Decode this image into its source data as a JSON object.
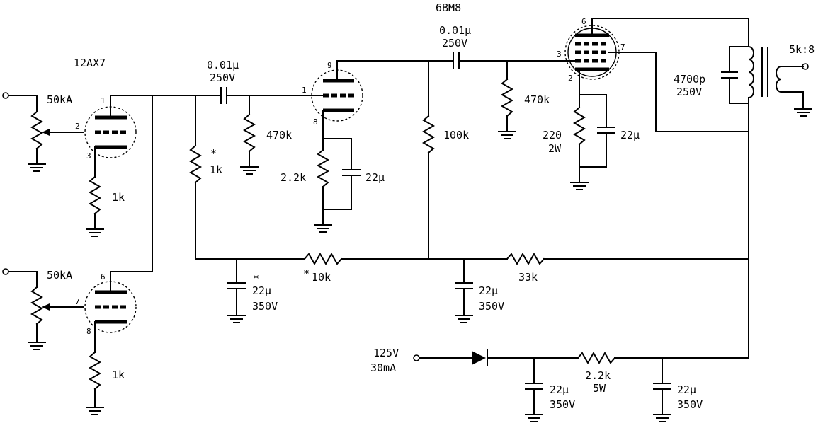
{
  "tubes": {
    "preamp": "12AX7",
    "power": "6BM8"
  },
  "inputs": {
    "pot_top": "50kA",
    "pot_bottom": "50kA"
  },
  "stage1": {
    "cathode_r_top": "1k",
    "cathode_r_bottom": "1k",
    "pin_plate_top": "1",
    "pin_grid_top": "2",
    "pin_cathode_top": "3",
    "pin_plate_bottom": "6",
    "pin_grid_bottom": "7",
    "pin_cathode_bottom": "8",
    "plate_load_star": "*",
    "plate_load": "1k"
  },
  "coupling1": {
    "cap_value": "0.01μ",
    "cap_voltage": "250V",
    "grid_r": "470k"
  },
  "stage2": {
    "pin_plate": "9",
    "pin_grid": "1",
    "pin_cathode": "8",
    "cathode_r": "2.2k",
    "bypass_cap": "22μ",
    "plate_r": "100k"
  },
  "coupling2": {
    "cap_value": "0.01μ",
    "cap_voltage": "250V",
    "grid_r": "470k"
  },
  "output_stage": {
    "pin_top": "6",
    "pin_grid": "3",
    "pin_plate": "7",
    "pin_cathode": "2",
    "cathode_r_value": "220",
    "cathode_r_power": "2W",
    "bypass_cap": "22μ",
    "snubber_value": "4700p",
    "snubber_voltage": "250V",
    "transformer": "5k:8"
  },
  "supply": {
    "filter1_star": "*",
    "filter1_value": "22μ",
    "filter1_voltage": "350V",
    "drop1_star": "*",
    "drop1": "10k",
    "filter2_value": "22μ",
    "filter2_voltage": "350V",
    "drop2": "33k",
    "input_voltage": "125V",
    "input_current": "30mA",
    "rect_cap1_value": "22μ",
    "rect_cap1_voltage": "350V",
    "drop3_value": "2.2k",
    "drop3_power": "5W",
    "rect_cap2_value": "22μ",
    "rect_cap2_voltage": "350V"
  }
}
